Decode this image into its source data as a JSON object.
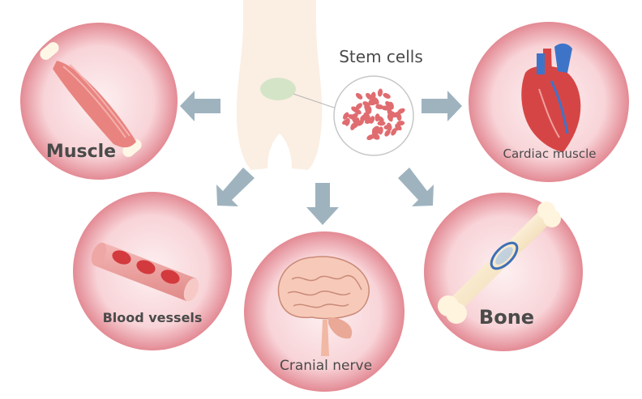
{
  "source": {
    "label": "Stem cells"
  },
  "targets": [
    {
      "id": "muscle",
      "label": "Muscle",
      "icon": "muscle-icon"
    },
    {
      "id": "cardiac",
      "label": "Cardiac muscle",
      "icon": "heart-icon"
    },
    {
      "id": "blood",
      "label": "Blood vessels",
      "icon": "blood-vessel-icon"
    },
    {
      "id": "nerve",
      "label": "Cranial nerve",
      "icon": "brain-icon"
    },
    {
      "id": "bone",
      "label": "Bone",
      "icon": "bone-icon"
    }
  ],
  "colors": {
    "circle_inner": "#fbe3e5",
    "circle_outer": "#e58e97",
    "arrow": "#9fb3bf",
    "body": "#fbeee3",
    "cell": "#e06c70",
    "text": "#4a4a4a"
  }
}
